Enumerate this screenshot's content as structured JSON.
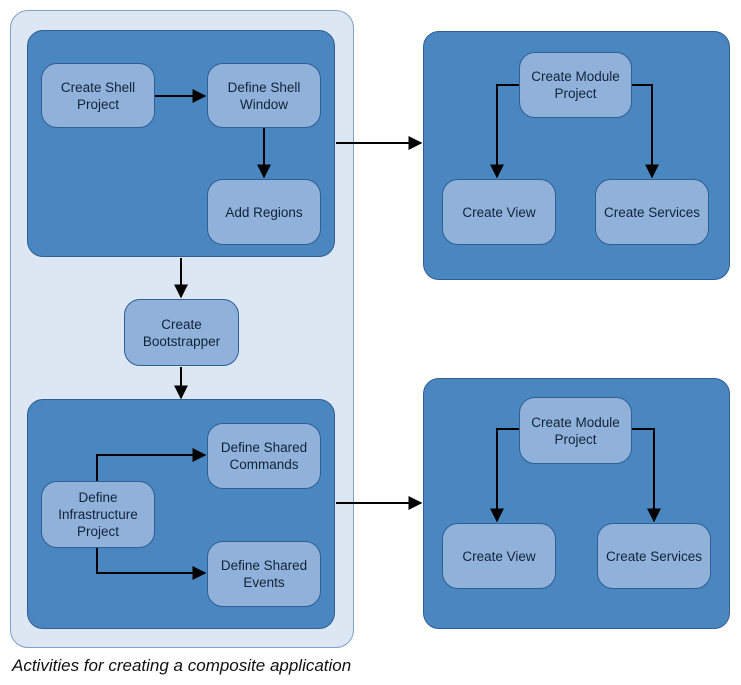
{
  "nodes": {
    "create_shell_project": "Create Shell\nProject",
    "define_shell_window": "Define Shell\nWindow",
    "add_regions": "Add Regions",
    "create_bootstrapper": "Create\nBootstrapper",
    "define_shared_commands": "Define Shared\nCommands",
    "define_infrastructure_project": "Define\nInfrastructure\nProject",
    "define_shared_events": "Define Shared\nEvents",
    "module_a": {
      "create_module_project": "Create Module\nProject",
      "create_view": "Create View",
      "create_services": "Create Services"
    },
    "module_b": {
      "create_module_project": "Create Module\nProject",
      "create_view": "Create View",
      "create_services": "Create Services"
    }
  },
  "caption": "Activities for creating a composite application",
  "colors": {
    "outer_fill": "#dde7f3",
    "group_fill": "#4a87c1",
    "node_fill": "#90b2da",
    "arrow": "#000000"
  }
}
